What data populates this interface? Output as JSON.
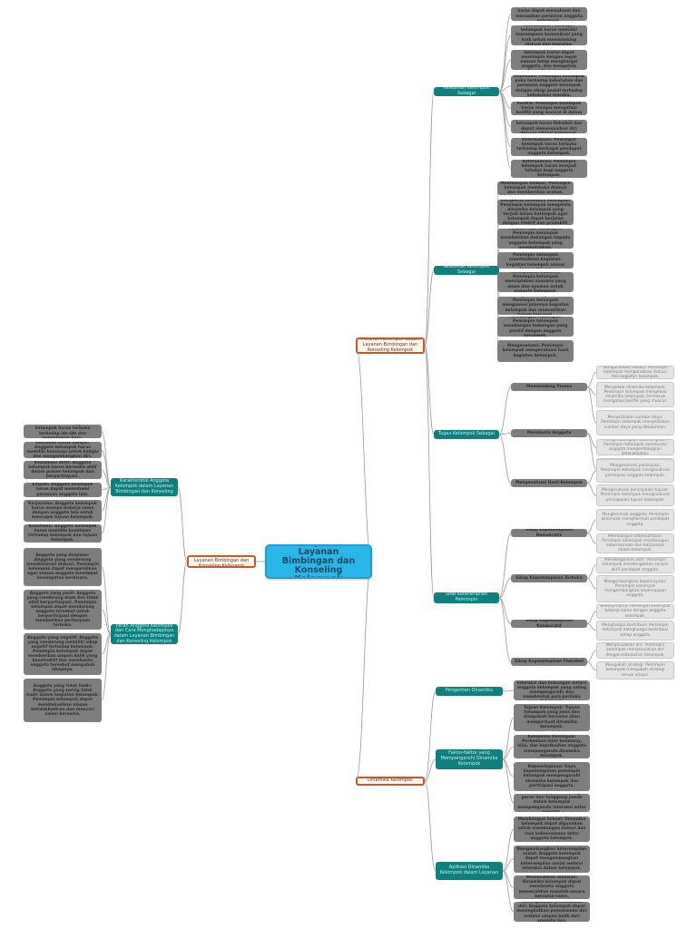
{
  "central": "Komponen Layanan Bimbingan dan Konseling Kelompok",
  "branches": {
    "right_1": {
      "label": "Peranan Kelompok dalam Layanan Bimbingan dan Konseling Kelompok",
      "subs": [
        {
          "label": "Kelebihan Kelompok Sebagai",
          "details": [
            "Empati: Pemimpin kelompok harus dapat memahami dan merasakan perasaan anggota kelompok.",
            "Komunikasi: Pemimpin kelompok harus memiliki kemampuan komunikasi yang baik untuk membimbing diskusi dan kegiatan.",
            "Kepemimpinan: Pemimpin kelompok harus dapat memimpin dengan tegas namun tetap menghargai anggota, dan mengelola dinamika kelompok.",
            "Kepekaan: Pemimpin kelompok peka terhadap kebutuhan dan perasaan anggota kelompok dengan sikap peduli terhadap kebutuhan mereka.",
            "Keterampilan Mengelola Konflik: Pemimpin kelompok harus mampu mengatasi konflik yang muncul di dalam kelompok.",
            "Fleksibilitas: Pemimpin kelompok harus fleksibel dan dapat menyesuaikan diri dengan situasi kelompok.",
            "Keterbukaan: Pemimpin kelompok harus terbuka terhadap berbagai pendapat anggota kelompok.",
            "Keteladanan: Pemimpin kelompok harus menjadi teladan bagi anggota kelompok."
          ]
        },
        {
          "label": "Kelebihan Kelompok Sebagai",
          "details": [
            "Membangun diskusi: Pemimpin kelompok membuka diskusi dan memberikan arahan.",
            "Mengelola dinamika kelompok: Pemimpin kelompok mengelola dinamika kelompok yang terjadi dalam kelompok agar kelompok dapat berjalan dengan efektif dan produktif.",
            "Memberikan dukungan: Pemimpin kelompok memberikan dukungan kepada anggota kelompok yang membutuhkan.",
            "Memfasilitasi kegiatan: Pemimpin kelompok memfasilitasi kegiatan-kegiatan kelompok sesuai dengan tujuan.",
            "Menciptakan suasana: Pemimpin kelompok menciptakan suasana yang aman dan nyaman untuk anggota kelompok.",
            "Mengawasi Kegiatan: Pemimpin kelompok mengawasi jalannya kegiatan kelompok dan memastikan tujuan tercapai.",
            "Membangun hubungan: Pemimpin kelompok membangun hubungan yang positif dengan anggota kelompok.",
            "Mengevaluasi: Pemimpin kelompok mengevaluasi hasil kegiatan kelompok."
          ]
        },
        {
          "label": "Tugas Kelompok Sebagai",
          "details": [
            {
              "label": "Membimbing Proses",
              "leaves": [
                "Mengarahkan diskusi: Pemimpin kelompok mengarahkan diskusi dan kegiatan kelompok.",
                "Mengelola dinamika kelompok: Pemimpin kelompok mengelola dinamika kelompok, termasuk mengatasi konflik yang muncul.",
                "Menyediakan sumber daya: Pemimpin kelompok menyediakan sumber daya yang dibutuhkan."
              ]
            },
            {
              "label": "Membantu Anggota",
              "leaves": [
                "Mengembangkan keterampilan: Pemimpin kelompok membantu anggota mengembangkan keterampilan.",
                "Memecahkan masalah: Pemimpin kelompok membantu anggota memecahkan masalah."
              ]
            },
            {
              "label": "Mengevaluasi Hasil Kelompok",
              "leaves": [
                "Mengevaluasi partisipasi: Pemimpin kelompok mengevaluasi partisipasi anggota kelompok.",
                "Mengevaluasi pencapaian tujuan: Pemimpin kelompok mengevaluasi pencapaian tujuan kelompok."
              ]
            }
          ]
        },
        {
          "label": "Sifat Keterampilan Pemimpin",
          "details": [
            {
              "label": "Sikap Kepemimpinan Demokratis",
              "leaves": [
                "Menghormati anggota: Pemimpin kelompok menghormati pendapat anggota.",
                "Membangun kebersamaan: Pemimpin kelompok membangun kebersamaan dan kerjasama dalam kelompok."
              ]
            },
            {
              "label": "Sikap Kepemimpinan Terbuka",
              "leaves": [
                "Mendengarkan aktif: Pemimpin kelompok mendengarkan secara aktif pendapat anggota.",
                "Mengembangkan kepercayaan: Pemimpin kelompok mengembangkan kepercayaan anggota."
              ]
            },
            {
              "label": "Sikap Kepemimpinan Kolaboratif",
              "leaves": [
                "Bekerja sama: Pemimpin kelompok bekerja sama dengan anggota kelompok.",
                "Menghargai kontribusi: Pemimpin kelompok menghargai kontribusi setiap anggota."
              ]
            },
            {
              "label": "Sikap Kepemimpinan Fleksibel",
              "leaves": [
                "Menyesuaikan diri: Pemimpin kelompok menyesuaikan diri dengan kebutuhan kelompok.",
                "Mengubah strategi: Pemimpin kelompok mengubah strategi sesuai situasi."
              ]
            }
          ]
        }
      ]
    },
    "right_2": {
      "label": "Dinamika Kelompok",
      "subs": [
        {
          "label": "Pengertian Dinamika",
          "details": [
            "Dinamika kelompok adalah interaksi dan hubungan antara anggota kelompok yang saling mempengaruhi dan membentuk pola perilaku kelompok."
          ]
        },
        {
          "label": "Faktor-faktor yang Mempengaruhi Dinamika Kelompok",
          "details": [
            "Tujuan Kelompok: Tujuan kelompok yang jelas dan disepakati bersama akan memperkuat dinamika kelompok.",
            "Komposisi Kelompok: Perbedaan latar belakang, nilai, dan kepribadian anggota mempengaruhi dinamika kelompok.",
            "Kepemimpinan: Gaya kepemimpinan pemimpin kelompok mempengaruhi dinamika kelompok dan partisipasi anggota.",
            "Struktur Kelompok: Pembagian peran dan tanggung jawab dalam kelompok mempengaruhi interaksi antar anggota."
          ]
        },
        {
          "label": "Aplikasi Dinamika Kelompok dalam Layanan",
          "details": [
            "Membangun kohesi: Dinamika kelompok dapat digunakan untuk membangun kohesi dan rasa kebersamaan antar anggota kelompok.",
            "Mengembangkan keterampilan sosial: Anggota kelompok dapat mengembangkan keterampilan sosial melalui interaksi dalam kelompok.",
            "Memecahkan masalah: Dinamika kelompok dapat membantu anggota memecahkan masalah secara bersama-sama.",
            "Meningkatkan pemahaman diri: Anggota kelompok dapat meningkatkan pemahaman diri melalui umpan balik dari anggota lain."
          ]
        }
      ]
    },
    "left": {
      "label": "Anggota Kelompok dalam Layanan Bimbingan dan Konseling Kelompok",
      "subs": [
        {
          "label": "Karakteristik Anggota Kelompok dalam Layanan Bimbingan dan Konseling",
          "details": [
            "Keterbukaan: Anggota kelompok harus terbuka terhadap ide-ide dan pengalaman baru.",
            "Kemauan untuk belajar: Anggota kelompok harus memiliki kemauan untuk belajar dan mengembangkan diri.",
            "Kesediaan aktif: Anggota kelompok harus bersedia aktif dalam proses kelompok dan berpartisipasi.",
            "Empati: Anggota kelompok harus dapat memahami perasaan anggota lain.",
            "Kerjasama: Anggota kelompok harus mampu bekerja sama dengan anggota lain untuk mencapai tujuan kelompok.",
            "Komitmen: Anggota kelompok harus memiliki komitmen terhadap kelompok dan tujuan kelompok."
          ]
        },
        {
          "label": "Peran Anggota Kelompok dan Cara Menghadapinya dalam Layanan Bimbingan dan Konseling Kelompok",
          "details": [
            "Anggota yang dominan: Anggota yang cenderung mendominasi diskusi. Pemimpin kelompok dapat mengarahkan agar semua anggota mendapat kesempatan berbicara.",
            "Anggota yang pasif: Anggota yang cenderung diam dan tidak aktif berpartisipasi. Pemimpin kelompok dapat mendorong anggota tersebut untuk berpartisipasi dengan memberikan pertanyaan terbuka.",
            "Anggota yang negatif: Anggota yang cenderung memiliki sikap negatif terhadap kelompok. Pemimpin kelompok dapat memberikan umpan balik yang konstruktif dan membantu anggota tersebut mengubah sikapnya.",
            "Anggota yang tidak hadir: Anggota yang sering tidak hadir dalam kegiatan kelompok. Pemimpin kelompok dapat mendiskusikan alasan ketidakhadiran dan mencari solusi bersama."
          ]
        }
      ]
    }
  },
  "colors": {
    "central_fill": "#29b6e8",
    "main_topic_border": "#c45a2a",
    "subtopic_fill": "#0f8080",
    "detail_fill": "#7e7e7e",
    "leaf_fill": "#e4e4e4",
    "connector": "#9a9a9a"
  }
}
